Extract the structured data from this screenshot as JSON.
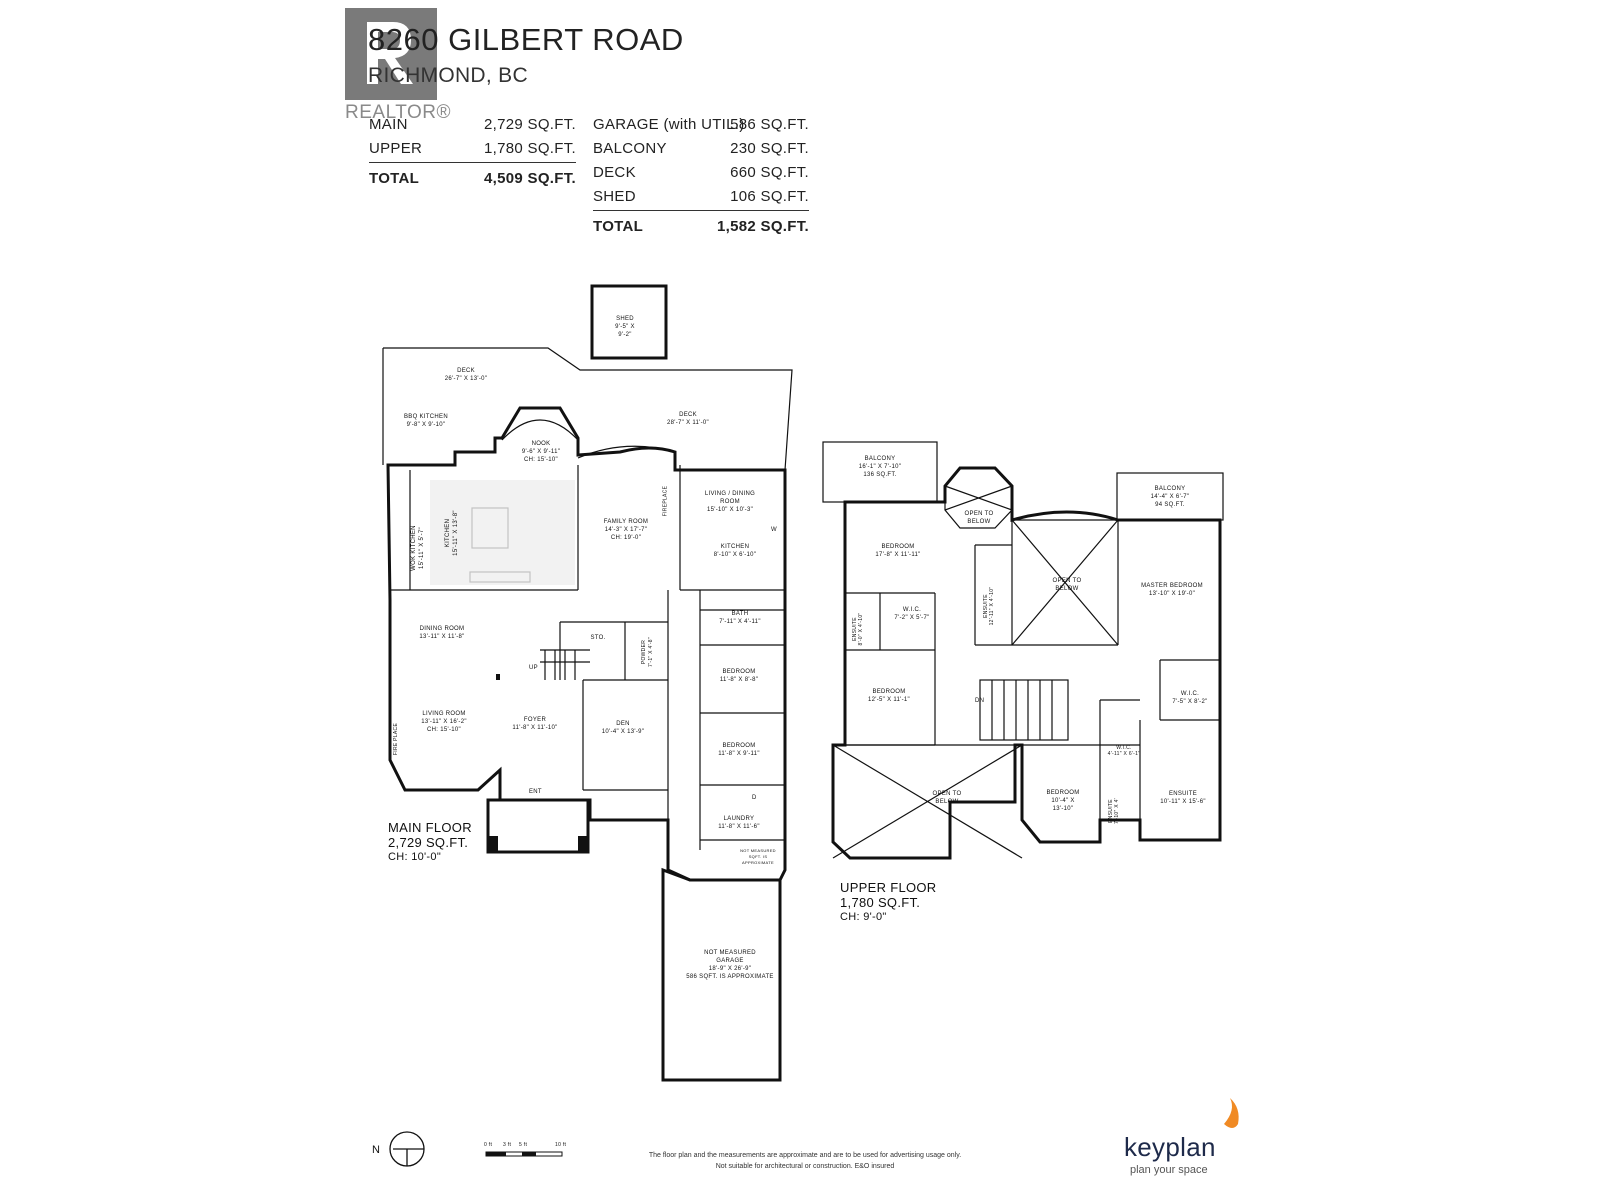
{
  "header": {
    "address_line1": "8260 GILBERT ROAD",
    "address_line2": "RICHMOND, BC",
    "logo_text": "REALTOR®"
  },
  "area_table_left": [
    {
      "label": "MAIN",
      "value": "2,729 SQ.FT."
    },
    {
      "label": "UPPER",
      "value": "1,780 SQ.FT."
    }
  ],
  "area_table_left_total": {
    "label": "TOTAL",
    "value": "4,509 SQ.FT."
  },
  "area_table_right": [
    {
      "label": "GARAGE (with UTIL.)",
      "value": "586 SQ.FT."
    },
    {
      "label": "BALCONY",
      "value": "230 SQ.FT."
    },
    {
      "label": "DECK",
      "value": "660 SQ.FT."
    },
    {
      "label": "SHED",
      "value": "106 SQ.FT."
    }
  ],
  "area_table_right_total": {
    "label": "TOTAL",
    "value": "1,582 SQ.FT."
  },
  "main_floor": {
    "title": "MAIN FLOOR",
    "area": "2,729 SQ.FT.",
    "ceiling": "CH: 10'-0\"",
    "rooms": [
      {
        "name": "SHED",
        "dims": "9'-5\" X 9'-2\""
      },
      {
        "name": "DECK",
        "dims": "26'-7\" X 13'-0\""
      },
      {
        "name": "BBQ KITCHEN",
        "dims": "9'-8\" X 9'-10\""
      },
      {
        "name": "NOOK",
        "dims": "9'-6\" X 9'-11\"",
        "extra": "CH: 15'-10\""
      },
      {
        "name": "DECK",
        "dims": "28'-7\" X 11'-0\""
      },
      {
        "name": "WOK KITCHEN",
        "dims": "15'-11\" X 5'-7\""
      },
      {
        "name": "KITCHEN",
        "dims": "15'-11\" X 13'-8\""
      },
      {
        "name": "FAMILY ROOM",
        "dims": "14'-3\" X 17'-7\"",
        "extra": "CH: 19'-0\""
      },
      {
        "name": "LIVING / DINING ROOM",
        "dims": "15'-10\" X 10'-3\""
      },
      {
        "name": "KITCHEN",
        "dims": "8'-10\" X 6'-10\""
      },
      {
        "name": "BATH",
        "dims": "7'-11\" X 4'-11\""
      },
      {
        "name": "DINING ROOM",
        "dims": "13'-11\" X 11'-8\""
      },
      {
        "name": "STO.",
        "dims": ""
      },
      {
        "name": "POWDER",
        "dims": "7'-1\" X 4'-8\""
      },
      {
        "name": "BEDROOM",
        "dims": "11'-8\" X 8'-8\""
      },
      {
        "name": "LIVING ROOM",
        "dims": "13'-11\" X 16'-2\"",
        "extra": "CH: 15'-10\""
      },
      {
        "name": "FOYER",
        "dims": "11'-8\" X 11'-10\""
      },
      {
        "name": "DEN",
        "dims": "10'-4\" X 13'-9\""
      },
      {
        "name": "BEDROOM",
        "dims": "11'-8\" X 9'-11\""
      },
      {
        "name": "LAUNDRY",
        "dims": "11'-8\" X 11'-6\""
      },
      {
        "name": "NOT MEASURED",
        "dims": "SQFT. IS APPROXIMATE"
      },
      {
        "name": "GARAGE",
        "dims": "18'-9\" X 26'-9\"",
        "top": "NOT MEASURED",
        "extra": "586 SQFT. IS APPROXIMATE"
      }
    ],
    "marks": {
      "fireplace": "FIREPLACE",
      "fire_place": "FIRE PLACE",
      "up": "UP",
      "ent": "ENT",
      "w": "W",
      "d": "D"
    }
  },
  "upper_floor": {
    "title": "UPPER FLOOR",
    "area": "1,780 SQ.FT.",
    "ceiling": "CH: 9'-0\"",
    "rooms": [
      {
        "name": "BALCONY",
        "dims": "16'-1\" X 7'-10\"",
        "extra": "136 SQ.FT."
      },
      {
        "name": "OPEN TO BELOW",
        "dims": ""
      },
      {
        "name": "BALCONY",
        "dims": "14'-4\" X 6'-7\"",
        "extra": "94 SQ.FT."
      },
      {
        "name": "BEDROOM",
        "dims": "17'-8\" X 11'-11\""
      },
      {
        "name": "OPEN TO BELOW",
        "dims": ""
      },
      {
        "name": "MASTER BEDROOM",
        "dims": "13'-10\" X 19'-0\""
      },
      {
        "name": "ENSUITE",
        "dims": "12'-11\" X 4'-10\""
      },
      {
        "name": "W.I.C.",
        "dims": "7'-2\" X 5'-7\""
      },
      {
        "name": "ENSUITE",
        "dims": "8'-0\" X 4'-10\""
      },
      {
        "name": "BEDROOM",
        "dims": "12'-5\" X 11'-1\""
      },
      {
        "name": "W.I.C.",
        "dims": "7'-5\" X 8'-2\""
      },
      {
        "name": "W.I.C.",
        "dims": "4'-11\" X 6'-1\""
      },
      {
        "name": "OPEN TO BELOW",
        "dims": ""
      },
      {
        "name": "BEDROOM",
        "dims": "10'-4\" X 13'-10\""
      },
      {
        "name": "ENSUITE",
        "dims": "7'-10\" X 4'"
      },
      {
        "name": "ENSUITE",
        "dims": "10'-11\" X 15'-6\""
      }
    ],
    "marks": {
      "dn": "DN"
    }
  },
  "footer": {
    "north": "N",
    "scale": [
      "0 ft",
      "3 ft",
      "5 ft",
      "10 ft"
    ],
    "disclaimer_line1": "The floor plan and the measurements are approximate and are to be used for advertising usage only.",
    "disclaimer_line2": "Not suitable for architectural or construction. E&O insured",
    "brand": "keyplan",
    "tagline": "plan your space"
  },
  "colors": {
    "wall": "#111111",
    "accent": "#f08a24",
    "brand": "#1e2a4a",
    "logo": "#7a7a7a"
  }
}
